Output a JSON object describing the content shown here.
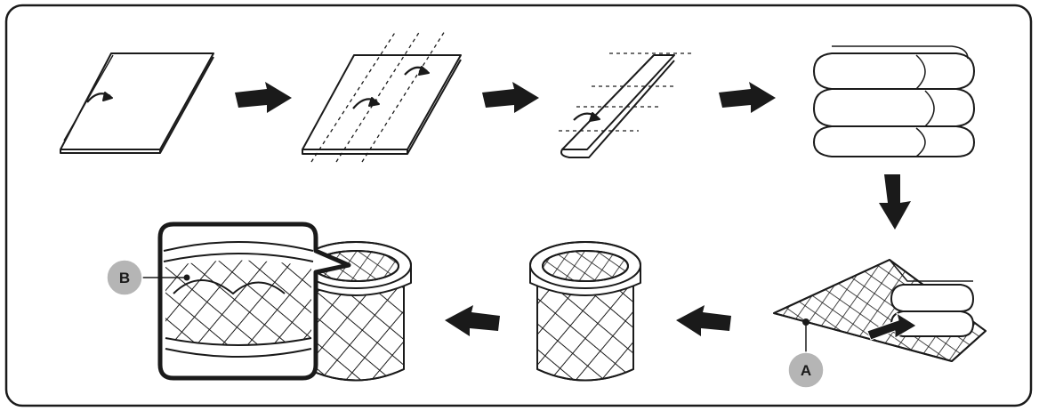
{
  "diagram": {
    "callouts": [
      {
        "id": "A",
        "label": "A",
        "fill": "#b5b5b5"
      },
      {
        "id": "B",
        "label": "B",
        "fill": "#b5b5b5"
      }
    ],
    "colors": {
      "frame": "#1a1a1a",
      "ink": "#1a1a1a",
      "paper": "#ffffff"
    }
  }
}
